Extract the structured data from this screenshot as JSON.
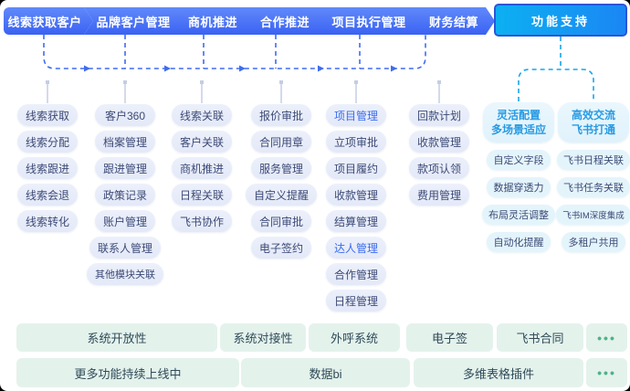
{
  "flow_steps": [
    "线索获取客户",
    "品牌客户管理",
    "商机推进",
    "合作推进",
    "项目执行管理",
    "财务结算"
  ],
  "support_button": "功能支持",
  "columns": [
    {
      "name": "lead-acquisition",
      "items": [
        "线索获取",
        "线索分配",
        "线索跟进",
        "线索会退",
        "线索转化"
      ]
    },
    {
      "name": "brand-customer",
      "items": [
        "客户360",
        "档案管理",
        "跟进管理",
        "政策记录",
        "账户管理",
        "联系人管理",
        "其他模块关联"
      ]
    },
    {
      "name": "opportunity-advance",
      "items": [
        "线索关联",
        "客户关联",
        "商机推进",
        "日程关联",
        "飞书协作"
      ]
    },
    {
      "name": "cooperation-advance",
      "items": [
        "报价审批",
        "合同用章",
        "服务管理",
        "自定义提醒",
        "合同审批",
        "电子签约"
      ]
    },
    {
      "name": "project-execution",
      "items": [
        "项目管理",
        "立项审批",
        "项目履约",
        "收款管理",
        "结算管理",
        "达人管理",
        "合作管理",
        "日程管理"
      ]
    },
    {
      "name": "finance-settlement",
      "items": [
        "回款计划",
        "收款管理",
        "款项认领",
        "费用管理"
      ]
    }
  ],
  "support_groups": [
    {
      "header_line1": "灵活配置",
      "header_line2": "多场景适应",
      "items": [
        "自定义字段",
        "数据穿透力",
        "布局灵活调整",
        "自动化提醒"
      ]
    },
    {
      "header_line1": "高效交流",
      "header_line2": "飞书打通",
      "items": [
        "飞书日程关联",
        "飞书任务关联",
        "飞书IM深度集成",
        "多租户共用"
      ]
    }
  ],
  "bottom_row1": [
    "系统开放性",
    "系统对接性",
    "外呼系统",
    "电子签",
    "飞书合同",
    "•••"
  ],
  "bottom_row2": [
    "更多功能持续上线中",
    "数据bi",
    "多维表格插件",
    "•••"
  ],
  "colors": {
    "flow_blue": "#3f63f2",
    "connector_blue": "#3f6cf0",
    "support_cyan": "#17a5ea",
    "pill_bg": "#e9edf9",
    "pill_text": "#3c4a76",
    "highlight_text": "#3a6bf0",
    "support_pill_bg": "#e4f4fb",
    "support_header_text": "#279ae3",
    "bottom_bg": "#e4f2ec",
    "bottom_text": "#2f4b58",
    "dots_green": "#4fb286"
  }
}
